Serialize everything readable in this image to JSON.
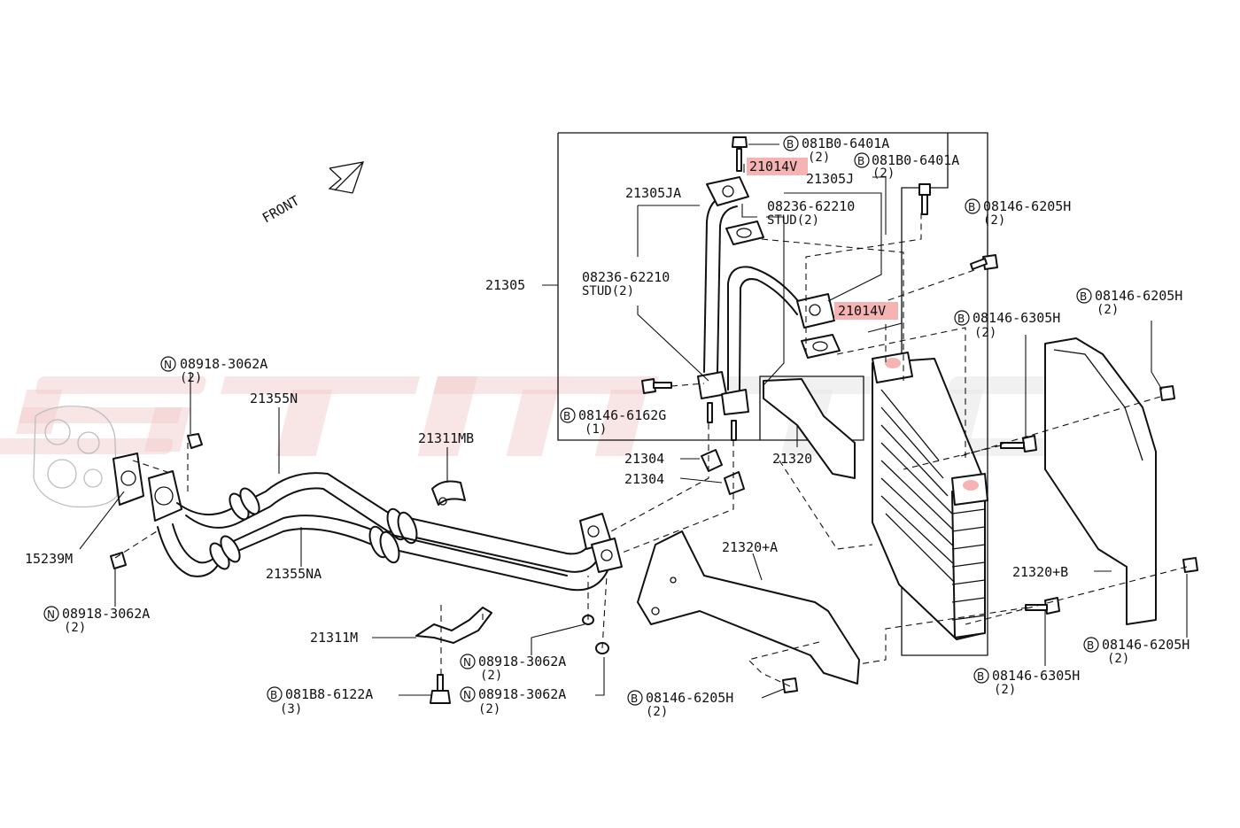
{
  "front_label": "FRONT",
  "brand_watermark": "STM TUNED",
  "highlight_color": "#f6b3b3",
  "labels": {
    "b_081b0_6401a_1": "081B0-6401A",
    "b_081b0_6401a_1_qty": "(2)",
    "b_081b0_6401a_2": "081B0-6401A",
    "b_081b0_6401a_2_qty": "(2)",
    "p_21014v_top": "21014V",
    "p_21014v_mid": "21014V",
    "p_21305j": "21305J",
    "p_21305ja": "21305JA",
    "stud_top_num": "08236-62210",
    "stud_top_txt": "STUD(2)",
    "stud_left_num": "08236-62210",
    "stud_left_txt": "STUD(2)",
    "p_21305": "21305",
    "b_08146_6205h_top": "08146-6205H",
    "b_08146_6205h_top_qty": "(2)",
    "b_08146_6205h_right": "08146-6205H",
    "b_08146_6205h_right_qty": "(2)",
    "b_08146_6305h_top": "08146-6305H",
    "b_08146_6305h_top_qty": "(2)",
    "n_08918_3062a_top": "08918-3062A",
    "n_08918_3062a_top_qty": "(2)",
    "p_21355n": "21355N",
    "p_21311mb": "21311MB",
    "b_08146_6162g": "08146-6162G",
    "b_08146_6162g_qty": "(1)",
    "p_21304_a": "21304",
    "p_21304_b": "21304",
    "p_21320": "21320",
    "p_15239m": "15239M",
    "p_21355na": "21355NA",
    "p_21320a": "21320+A",
    "p_21320b": "21320+B",
    "n_08918_3062a_left": "08918-3062A",
    "n_08918_3062a_left_qty": "(2)",
    "p_21311m": "21311M",
    "n_08918_3062a_mid": "08918-3062A",
    "n_08918_3062a_mid_qty": "(2)",
    "b_081b8_6122a": "081B8-6122A",
    "b_081b8_6122a_qty": "(3)",
    "n_08918_3062a_bot": "08918-3062A",
    "n_08918_3062a_bot_qty": "(2)",
    "b_08146_6205h_bot": "08146-6205H",
    "b_08146_6205h_bot_qty": "(2)",
    "b_08146_6205h_br": "08146-6205H",
    "b_08146_6205h_br_qty": "(2)",
    "b_08146_6305h_bot": "08146-6305H",
    "b_08146_6305h_bot_qty": "(2)"
  },
  "markers": {
    "bolt": "B",
    "nut": "N"
  }
}
